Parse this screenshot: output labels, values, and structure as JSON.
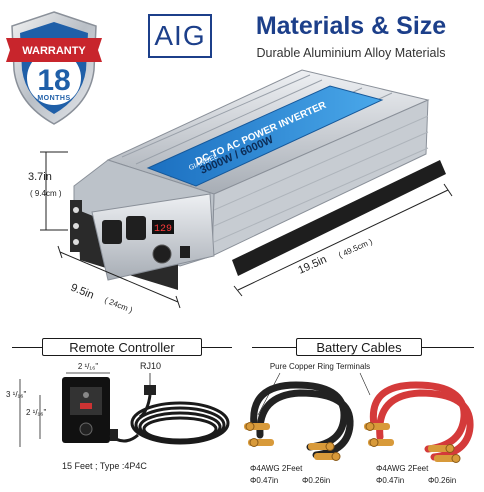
{
  "warranty": {
    "label": "WARRANTY",
    "number": "18",
    "unit": "MONTHS"
  },
  "brand": "AIG",
  "header": {
    "title": "Materials & Size",
    "subtitle": "Durable Aluminium Alloy Materials"
  },
  "product": {
    "panel_text": "DC TO AC POWER INVERTER",
    "power_text": "3000W / 6000W",
    "brand_mark": "GIANDEL",
    "display_value": "129"
  },
  "dimensions": {
    "height": "3.7in",
    "height_cm": "( 9.4cm )",
    "depth": "9.5in",
    "depth_cm": "( 24cm )",
    "length": "19.5in",
    "length_cm": "( 49.5cm )"
  },
  "remote": {
    "header": "Remote Controller",
    "port": "RJ10",
    "dim_width": "2 ¹/₁₆\"",
    "dim_height": "3 ¹/₁₆\"",
    "dim_inner": "2 ¹/₁₆\"",
    "cable": "15 Feet ; Type :4P4C"
  },
  "battery": {
    "header": "Battery Cables",
    "terminals": "Pure Copper Ring Terminals",
    "left": {
      "spec": "Φ4AWG 2Feet",
      "d1": "Φ0.47in",
      "d2": "Φ0.26in"
    },
    "right": {
      "spec": "Φ4AWG 2Feet",
      "d1": "Φ0.47in",
      "d2": "Φ0.26in"
    }
  },
  "colors": {
    "navy": "#1c3f8a",
    "shield_red": "#c8252c",
    "shield_blue": "#1f5fa8",
    "panel_blue": "#2f8fd6",
    "cable_red": "#d43a3a",
    "cable_black": "#222222",
    "copper": "#d89a3a"
  }
}
